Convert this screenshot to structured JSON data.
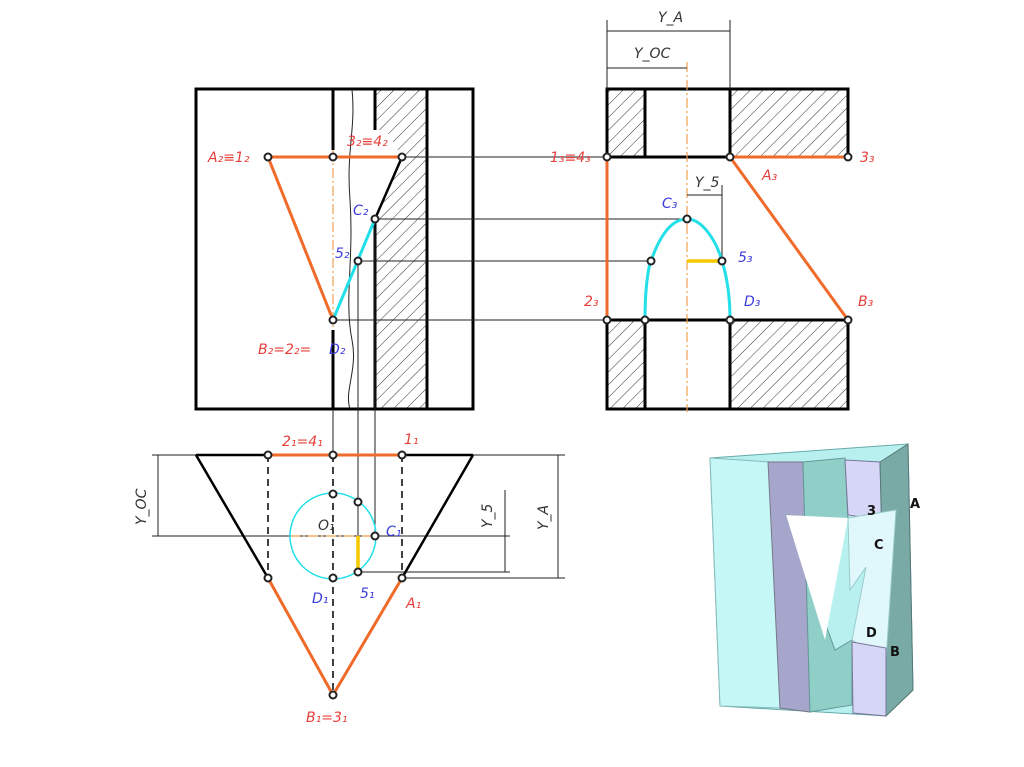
{
  "colors": {
    "construction": "#f06a2a",
    "curve": "#22e0e8",
    "distance": "#f5c800",
    "label_red": "#e8403a",
    "label_blue": "#3b3bdc"
  },
  "front_view": {
    "labels": {
      "a2": "A₂≡1₂",
      "p32": "3₂≡4₂",
      "c2": "C₂",
      "p52": "5₂",
      "b2": "B₂=2₂=",
      "d2": "D₂"
    }
  },
  "side_view": {
    "labels": {
      "p13": "1₃≡4₃",
      "p33": "3₃",
      "a3": "A₃",
      "c3": "C₃",
      "p53": "5₃",
      "p23": "2₃",
      "d3": "D₃",
      "b3": "B₃"
    },
    "dimensions": {
      "ya": "Y_A",
      "yoc": "Y_OC",
      "y5": "Y_5"
    }
  },
  "top_view": {
    "labels": {
      "p21": "2₁=4₁",
      "p11": "1₁",
      "o1": "O₁",
      "c1": "C₁",
      "d1": "D₁",
      "p51": "5₁",
      "a1": "A₁",
      "b1": "B₁=3₁"
    },
    "dimensions": {
      "yoc": "Y_OC",
      "y5": "Y_5",
      "ya": "Y_A"
    }
  },
  "model_3d": {
    "labels": {
      "p3": "3",
      "a": "A",
      "c": "C",
      "d": "D",
      "b": "B"
    }
  }
}
